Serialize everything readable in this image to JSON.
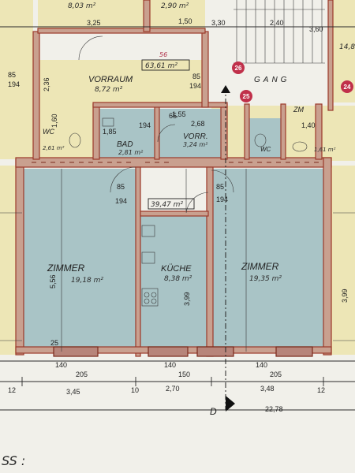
{
  "rooms": {
    "vorraum_name": "VORRAUM",
    "vorraum_area": "8,72 m²",
    "zimmer_left_name": "ZIMMER",
    "zimmer_left_area": "19,18 m²",
    "kueche_name": "KÜCHE",
    "kueche_area": "8,38 m²",
    "zimmer_right_name": "ZIMMER",
    "zimmer_right_area": "19,35 m²",
    "bad_name": "BAD",
    "bad_area": "2,81 m²",
    "vorr_name": "VORR.",
    "vorr_area": "3,24 m²",
    "gang_name": "GANG",
    "wc_left_name": "WC",
    "wc_left_area": "2,61 m²",
    "wc_right_name": "WC",
    "wc_right_area": "1,61 m²",
    "zm_name": "ZM",
    "top_left_area": "8,03 m²",
    "top_center_area": "2,90 m²",
    "corner_area": "14,8"
  },
  "totals": {
    "boxed_area": "63,61 m²",
    "boxed_subtotal": "39,47 m²"
  },
  "markers": {
    "m26": "26",
    "m25": "25",
    "m24": "24"
  },
  "annotations": {
    "top_number": "56",
    "section_mark": "D",
    "footer_text": "SS :"
  },
  "dimensions": {
    "bottom_overall": "22,78",
    "bottom_left": "3,45",
    "bottom_middle": "2,70",
    "bottom_right": "3,48",
    "wall_12a": "12",
    "wall_10": "10",
    "wall_12b": "12",
    "wall_25": "25",
    "h_zimmer_left": "5,56",
    "h_kueche": "3,99",
    "h_zimmer_right": "3,99",
    "door_85_a": "85",
    "door_194_a": "194",
    "door_85_b": "85",
    "door_194_b": "194",
    "door_85_c": "85",
    "door_194_c": "194",
    "door_85_d": "85",
    "door_194_d": "194",
    "w_140_a": "140",
    "w_140_b": "140",
    "w_140_c": "140",
    "w_205_a": "205",
    "w_150": "150",
    "w_205_b": "205",
    "bad_w": "1,85",
    "vorr_w": "2,68",
    "d_155": "1,55",
    "d_325": "3,25",
    "d_65": "65",
    "d_194_bad": "194",
    "d_236": "2,36",
    "d_160": "1,60",
    "top_row_1": "3,30",
    "top_row_2": "2,40",
    "top_row_3": "3,60",
    "wc_150": "1,50",
    "wc_140": "1,40"
  },
  "colors": {
    "room_blue": "#a9c4c6",
    "room_yellow": "#ede6b6",
    "wall": "#c9a08f",
    "marker_red": "#c0304a"
  }
}
